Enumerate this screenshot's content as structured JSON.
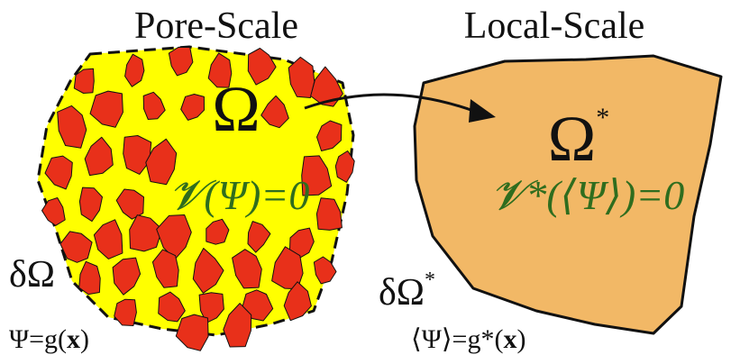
{
  "left": {
    "title": "Pore-Scale",
    "domain_symbol": "Ω",
    "equation": "𝓥(Ψ)=0",
    "boundary_label": "δΩ",
    "boundary_condition": {
      "lhs": "Ψ=g(",
      "var": "x",
      "rhs": ")"
    }
  },
  "right": {
    "title": "Local-Scale",
    "domain_symbol": "Ω",
    "domain_superscript": "*",
    "equation": "𝓥*(⟨Ψ⟩)=0",
    "boundary_label": "δΩ",
    "boundary_superscript": "*",
    "boundary_condition": {
      "lhs": "⟨Ψ⟩=g*(",
      "var": "x",
      "rhs": ")"
    }
  },
  "colors": {
    "pore_fill": "#ffff00",
    "grain_fill": "#e8301a",
    "local_fill": "#f2b866",
    "equation_green": "#2f6d1e",
    "ink": "#111111"
  }
}
